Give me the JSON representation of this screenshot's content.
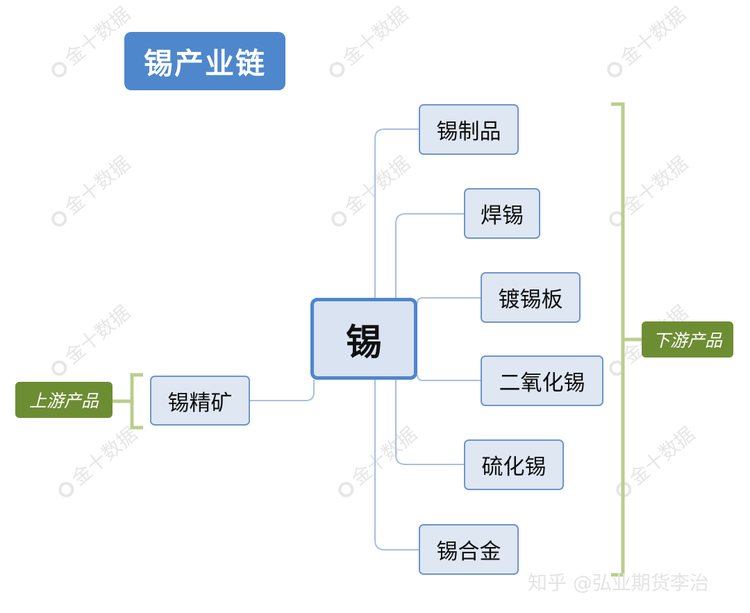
{
  "title": "锡产业链",
  "center_node": "锡",
  "upstream": {
    "tag": "上游产品",
    "node": "锡精矿"
  },
  "downstream": {
    "tag": "下游产品",
    "nodes": [
      "锡制品",
      "焊锡",
      "镀锡板",
      "二氧化锡",
      "硫化锡",
      "锡合金"
    ]
  },
  "watermark": {
    "text": "金十数据",
    "icon": "q-logo-icon"
  },
  "credit": "知乎 @弘业期货李治",
  "colors": {
    "title_bg": "#4e87cc",
    "node_fill": "#dfe7f3",
    "node_border": "#6c95cd",
    "center_border": "#4f86cd",
    "connector": "#a7bfe0",
    "bracket": "#b8cf8e",
    "tag_bg": "#6d8d33"
  }
}
